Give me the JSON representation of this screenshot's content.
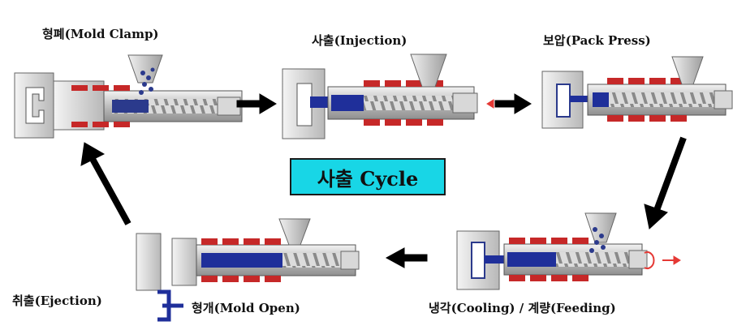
{
  "diagram": {
    "center_label": "사출 Cycle",
    "stages": [
      {
        "id": "clamp",
        "label": "형폐(Mold Clamp)"
      },
      {
        "id": "injection",
        "label": "사출(Injection)"
      },
      {
        "id": "pack",
        "label": "보압(Pack Press)"
      },
      {
        "id": "cooling",
        "label": "냉각(Cooling) /  계량(Feeding)"
      },
      {
        "id": "open",
        "label": "형개(Mold Open)"
      },
      {
        "id": "ejection",
        "label": "취출(Ejection)"
      }
    ],
    "colors": {
      "barrel": "#c8c8c8",
      "heater": "#c62828",
      "screw": "#2b3a8c",
      "melt": "#1f2f9a",
      "mold": "#d9d9d9",
      "center_box": "#18d6e6",
      "arrow": "#000000",
      "red_arrow": "#e53935"
    }
  }
}
